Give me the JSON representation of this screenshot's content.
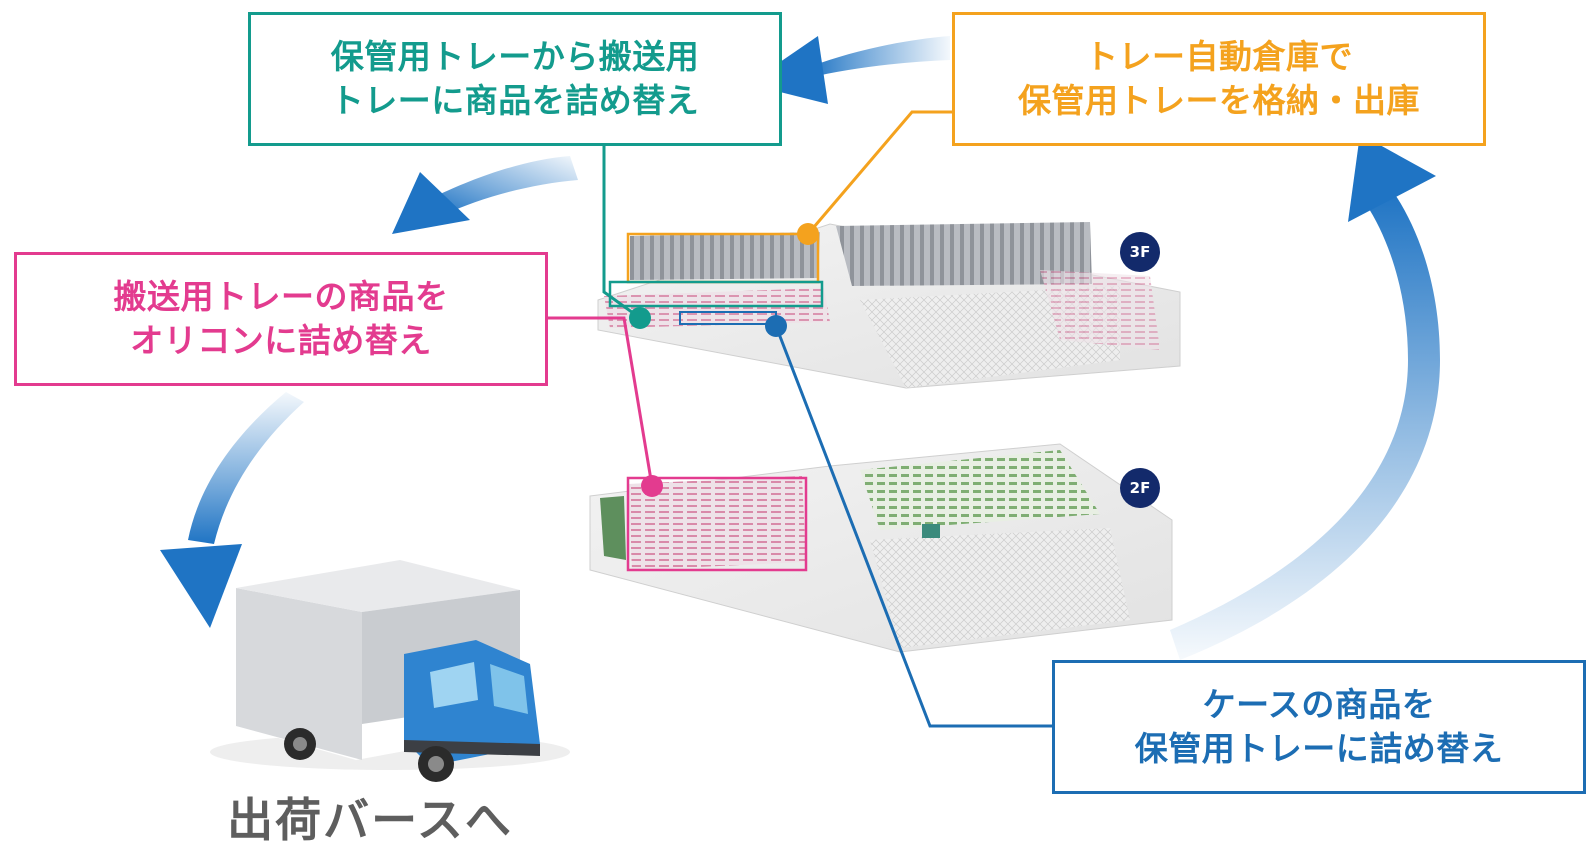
{
  "callouts": {
    "teal": {
      "line1": "保管用トレーから搬送用",
      "line2": "トレーに商品を詰め替え",
      "color": "#139b8d"
    },
    "orange": {
      "line1": "トレー自動倉庫で",
      "line2": "保管用トレーを格納・出庫",
      "color": "#f4a21e"
    },
    "pink": {
      "line1": "搬送用トレーの商品を",
      "line2": "オリコンに詰め替え",
      "color": "#e33b8f"
    },
    "blue": {
      "line1": "ケースの商品を",
      "line2": "保管用トレーに詰め替え",
      "color": "#1c6db3"
    }
  },
  "floors": {
    "upper": "3F",
    "lower": "2F"
  },
  "caption": "出荷バースへ",
  "colors": {
    "arrow": "#1f74c4",
    "badge": "#132a6b"
  }
}
